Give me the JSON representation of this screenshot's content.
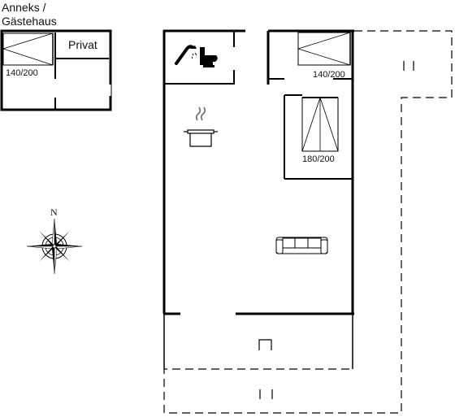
{
  "annex": {
    "title_line1": "Anneks /",
    "title_line2": "Gästehaus",
    "private_label": "Privat",
    "bed_label": "140/200"
  },
  "main_house": {
    "bed_top_right_label": "140/200",
    "bed_double_label": "180/200"
  },
  "compass": {
    "north_label": "N"
  },
  "icons": [
    "shower-icon",
    "toilet-icon",
    "cooking-pot-icon",
    "sofa-icon",
    "compass-rose-icon",
    "bed-icon",
    "door-icon"
  ],
  "colors": {
    "wall": "#000000",
    "background": "#ffffff"
  }
}
